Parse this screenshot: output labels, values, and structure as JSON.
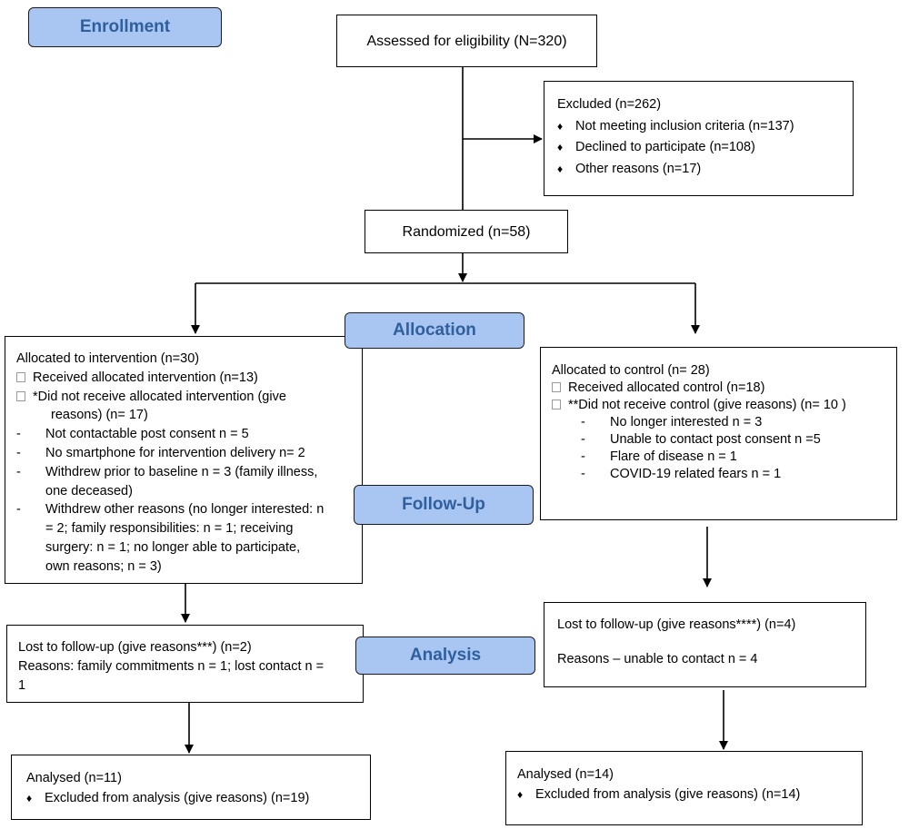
{
  "stages": {
    "enrollment": "Enrollment",
    "allocation": "Allocation",
    "follow_up": "Follow-Up",
    "analysis": "Analysis"
  },
  "assessed": "Assessed for eligibility (N=320)",
  "excluded": {
    "title": "Excluded (n=262)",
    "items": [
      "Not meeting inclusion criteria (n=137)",
      "Declined to participate (n=108)",
      "Other reasons (n=17)"
    ]
  },
  "randomized": "Randomized (n=58)",
  "intervention_alloc": {
    "title": "Allocated to intervention (n=30)",
    "received": "Received allocated intervention (n=13)",
    "not_received_1": "*Did not receive allocated intervention (give",
    "not_received_2": "reasons) (n= 17)",
    "reasons": [
      [
        "Not contactable post consent n = 5"
      ],
      [
        "No smartphone for intervention delivery n= 2"
      ],
      [
        "Withdrew prior to baseline  n = 3 (family illness,",
        "one deceased)"
      ],
      [
        "Withdrew other reasons (no longer interested: n",
        "= 2; family responsibilities: n = 1; receiving",
        "surgery: n = 1; no longer able to participate,",
        "own reasons; n = 3)"
      ]
    ]
  },
  "control_alloc": {
    "title": "Allocated to control (n= 28)",
    "received": "Received allocated control (n=18)",
    "not_received": "**Did not receive control (give reasons) (n= 10 )",
    "reasons": [
      "No longer interested n = 3",
      "Unable to contact post consent n =5",
      "Flare of disease n = 1",
      "COVID-19 related fears n = 1"
    ]
  },
  "intervention_followup": {
    "line1": "Lost to follow-up (give reasons***) (n=2)",
    "line2": "Reasons: family commitments n = 1; lost contact n =",
    "line3": "1"
  },
  "control_followup": {
    "line1": "Lost to follow-up (give reasons****) (n=4)",
    "line2": "Reasons – unable to contact n = 4"
  },
  "intervention_analysis": {
    "title": "Analysed  (n=11)",
    "excluded": "Excluded from analysis (give reasons) (n=19)"
  },
  "control_analysis": {
    "title": "Analysed (n=14)",
    "excluded": "Excluded from analysis (give reasons) (n=14)"
  }
}
